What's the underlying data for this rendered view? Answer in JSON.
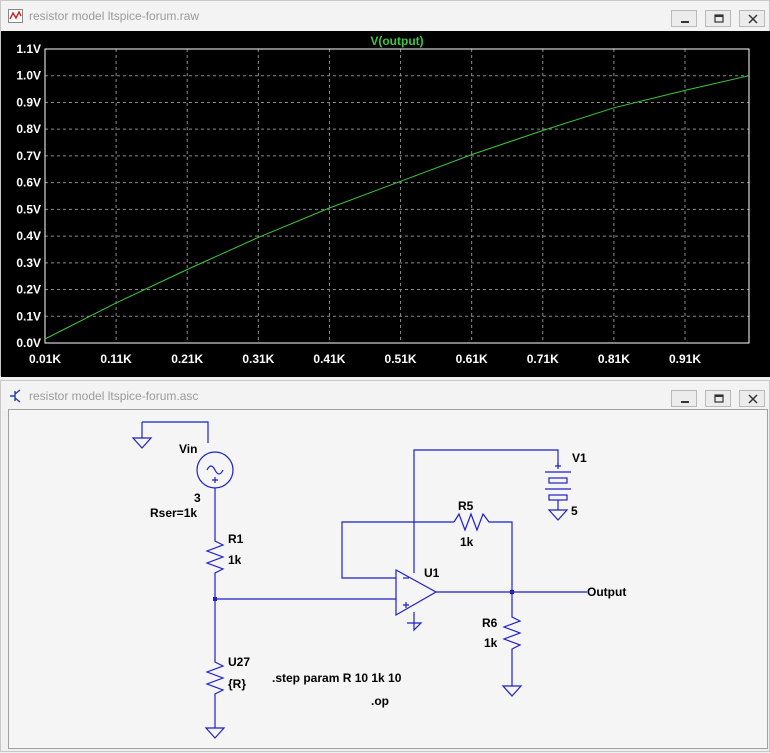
{
  "plot_window": {
    "title": "resistor model ltspice-forum.raw",
    "trace_label": "V(output)",
    "trace_color": "#3cc83c",
    "background": "#000000",
    "axis_color": "#ffffff"
  },
  "schematic_window": {
    "title": "resistor model ltspice-forum.asc",
    "wire_color": "#1f1fc8",
    "labels": {
      "vin_name": "Vin",
      "vin_value": "3",
      "vin_rser": "Rser=1k",
      "r1_name": "R1",
      "r1_value": "1k",
      "u27_name": "U27",
      "u27_value": "{R}",
      "r5_name": "R5",
      "r5_value": "1k",
      "r6_name": "R6",
      "r6_value": "1k",
      "u1_name": "U1",
      "v1_name": "V1",
      "v1_value": "5",
      "output_label": "Output",
      "step_directive": ".step param R 10 1k 10",
      "op_directive": ".op"
    }
  },
  "chart_data": {
    "type": "line",
    "title": "V(output)",
    "xlabel": "",
    "ylabel": "",
    "xlim": [
      10,
      1000
    ],
    "ylim": [
      0,
      1.1
    ],
    "x_tick_labels": [
      "0.01K",
      "0.11K",
      "0.21K",
      "0.31K",
      "0.41K",
      "0.51K",
      "0.61K",
      "0.71K",
      "0.81K",
      "0.91K"
    ],
    "y_tick_labels": [
      "0.0V",
      "0.1V",
      "0.2V",
      "0.3V",
      "0.4V",
      "0.5V",
      "0.6V",
      "0.7V",
      "0.8V",
      "0.9V",
      "1.0V",
      "1.1V"
    ],
    "grid": true,
    "series": [
      {
        "name": "V(output)",
        "x": [
          10,
          110,
          210,
          310,
          410,
          510,
          610,
          710,
          810,
          910,
          1000
        ],
        "y": [
          0.015,
          0.15,
          0.275,
          0.395,
          0.505,
          0.605,
          0.705,
          0.795,
          0.88,
          0.945,
          1.0
        ]
      }
    ]
  }
}
